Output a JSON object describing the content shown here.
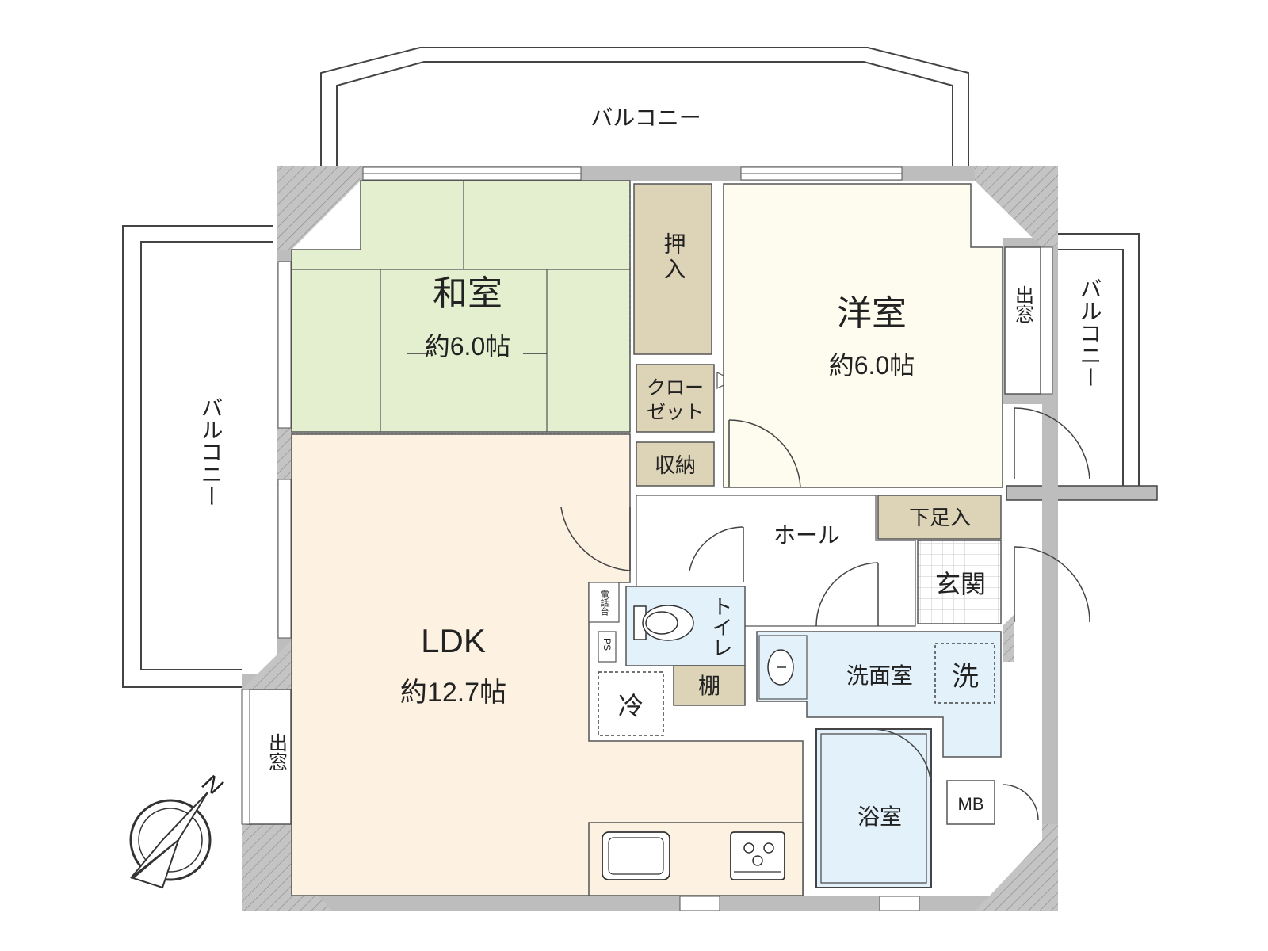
{
  "rooms": {
    "washitsu": {
      "name": "和室",
      "area": "約6.0帖",
      "color": "#e4efcf"
    },
    "youshitsu": {
      "name": "洋室",
      "area": "約6.0帖",
      "color": "#fdfcee"
    },
    "ldk": {
      "name": "LDK",
      "area": "約12.7帖",
      "color": "#fdf1e1"
    },
    "oshiire": {
      "name": "押入",
      "color": "#ddd4b8"
    },
    "closet": {
      "name": "クローゼット",
      "line1": "クロー",
      "line2": "ゼット",
      "color": "#ddd4b8"
    },
    "shuno": {
      "name": "収納",
      "color": "#ddd4b8"
    },
    "hall": {
      "name": "ホール"
    },
    "getabako": {
      "name": "下足入",
      "color": "#ddd4b8"
    },
    "genkan": {
      "name": "玄関"
    },
    "toilet": {
      "name": "トイレ",
      "color": "#e3f1fa"
    },
    "tana": {
      "name": "棚",
      "color": "#ddd4b8"
    },
    "senmenjo": {
      "name": "洗面室",
      "color": "#e3f1fa"
    },
    "sentakuki": {
      "name": "洗"
    },
    "yokushitsu": {
      "name": "浴室",
      "color": "#e3f1fa"
    },
    "reizouko": {
      "name": "冷"
    },
    "denwadai": {
      "name": "電話台"
    },
    "ps": {
      "name": "PS"
    },
    "mb": {
      "name": "MB"
    }
  },
  "balconies": {
    "north": "バルコニー",
    "west": "バルコニー",
    "east": "バルコニー"
  },
  "demado": {
    "east": "出窓",
    "west": "出窓"
  },
  "compass": {
    "label": "N"
  }
}
